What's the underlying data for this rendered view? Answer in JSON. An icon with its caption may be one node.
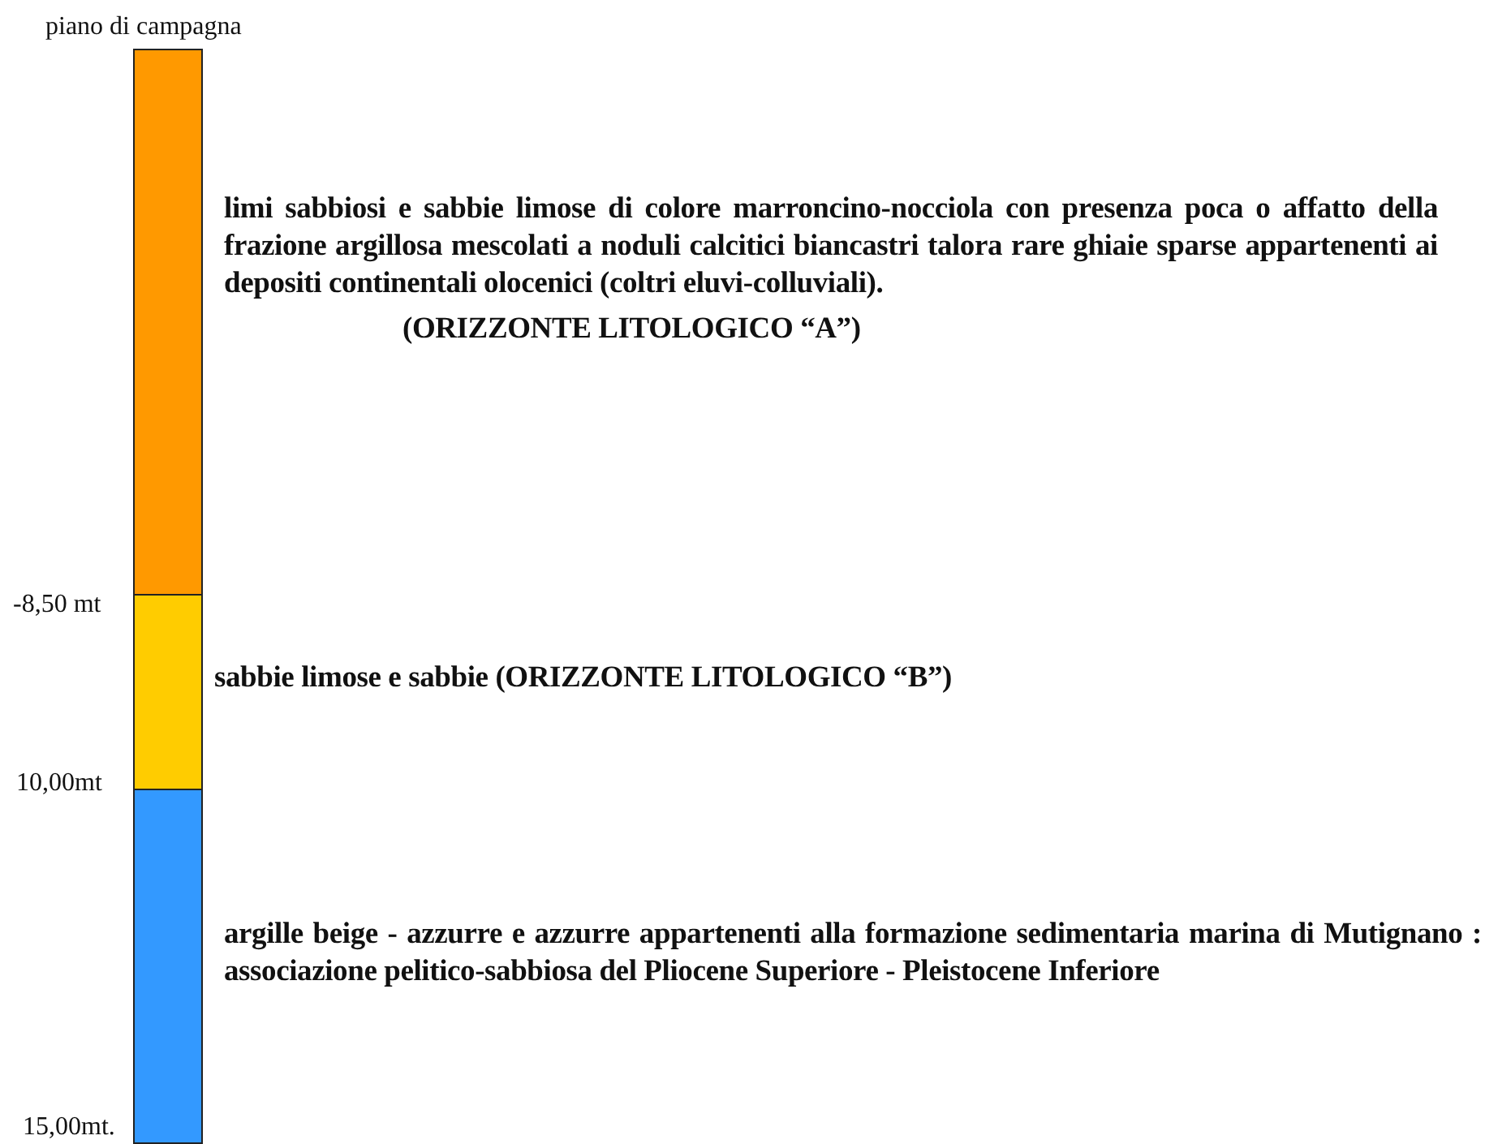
{
  "diagram": {
    "nodes": [
      {
        "text": [],
        "shape": "bar",
        "beside": [
          "limi sabbiosi e sabbie limose di colore marroncino-nocciola con presenza poca o affatto della frazione argillosa mescolati a noduli calcitici biancastri talora rare ghiaie sparse appartenenti ai depositi continentali olocenici (coltri eluvi-colluviali).",
          "(ORIZZONTE LITOLOGICO “A”)"
        ]
      },
      {
        "text": [],
        "shape": "bar",
        "beside": [
          "sabbie limose e sabbie (ORIZZONTE  LITOLOGICO “B”)"
        ]
      },
      {
        "text": [],
        "shape": "bar",
        "beside": [
          "argille beige - azzurre e azzurre appartenenti alla formazione sedimentaria marina di Mutignano : associazione pelitico-sabbiosa del Pliocene Superiore - Pleistocene Inferiore"
        ]
      }
    ],
    "labels": [
      "piano di campagna",
      "-8,50 mt",
      "10,00mt",
      "15,00mt."
    ]
  }
}
